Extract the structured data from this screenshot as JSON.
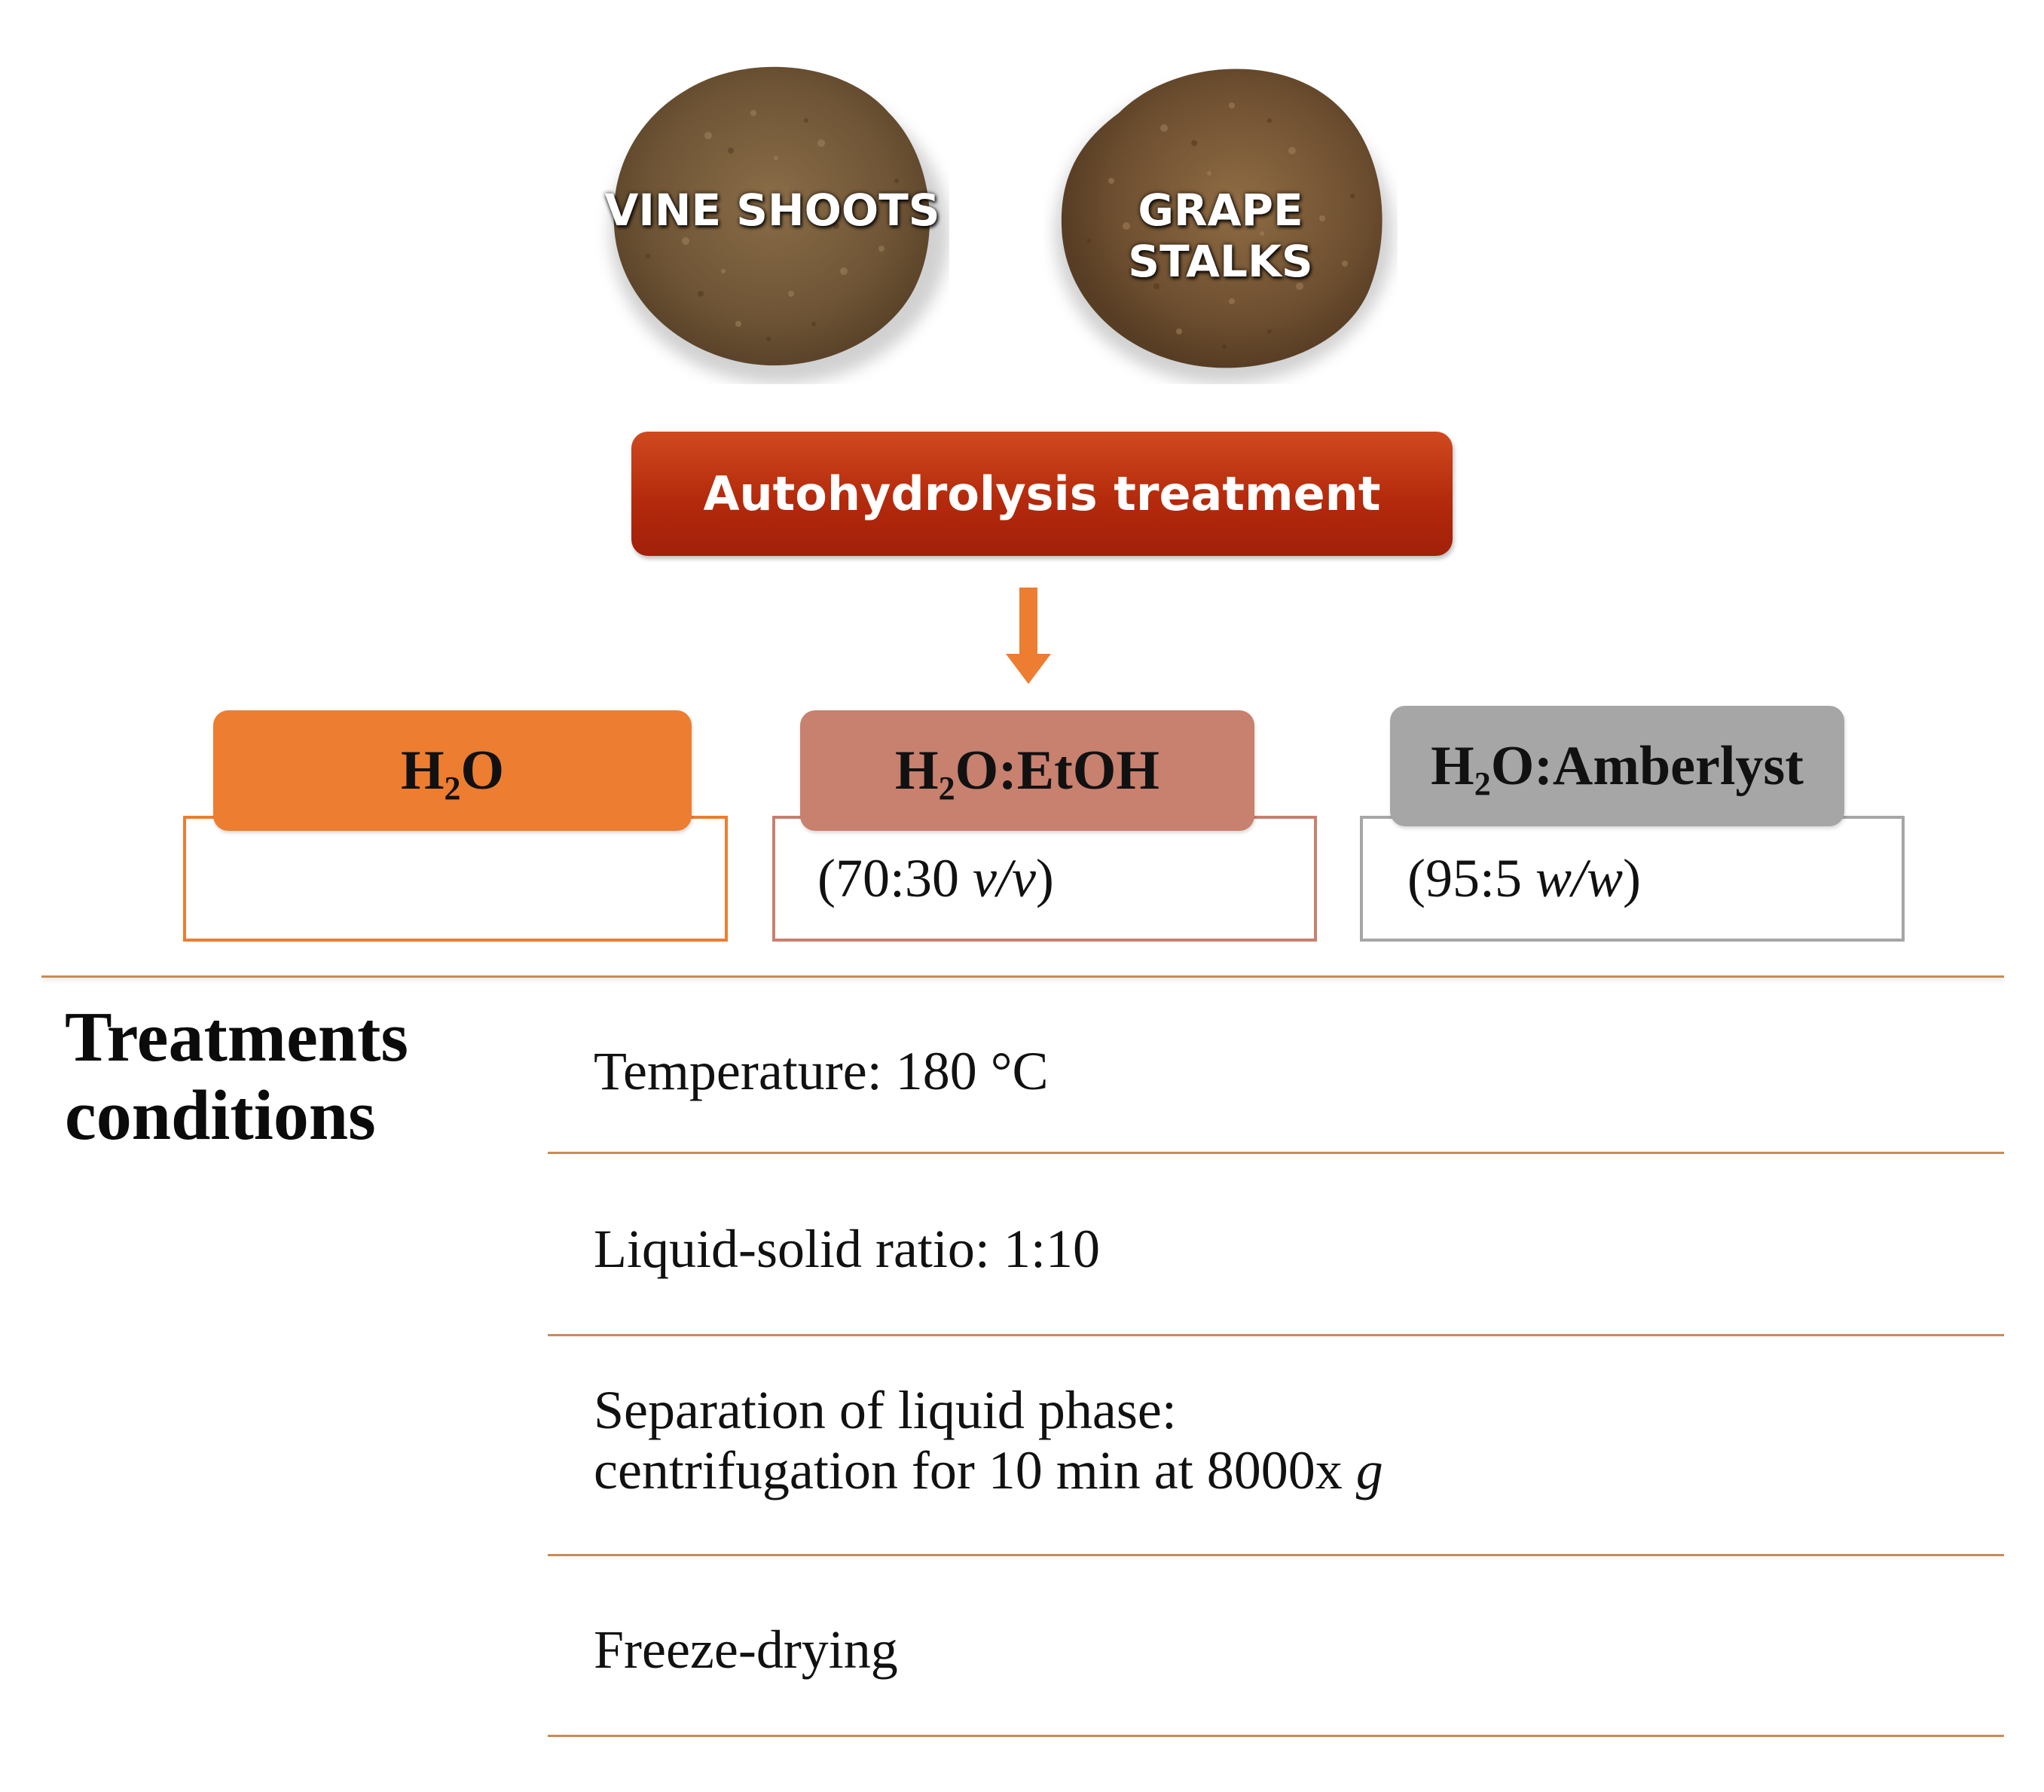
{
  "materials": [
    {
      "label": "VINE SHOOTS"
    },
    {
      "label": "GRAPE STALKS"
    }
  ],
  "process": {
    "label": "Autohydrolysis treatment",
    "color": "#b42a0c"
  },
  "treatments": [
    {
      "formula": "H",
      "sub": "2",
      "rest": "O",
      "ratio_plain": "",
      "ratio_unit": "",
      "color": "#ed7d31",
      "border": "#ed7d31"
    },
    {
      "formula": "H",
      "sub": "2",
      "rest": "O:EtOH",
      "ratio_plain": "(70:30 ",
      "ratio_unit": "v/v",
      "ratio_close": ")",
      "color": "#c8806f",
      "border": "#c8806f"
    },
    {
      "formula": "H",
      "sub": "2",
      "rest": "O:Amberlyst",
      "ratio_plain": "(95:5 ",
      "ratio_unit": "w/w",
      "ratio_close": ")",
      "color": "#a6a6a6",
      "border": "#a6a6a6"
    }
  ],
  "conditions": {
    "title_line1": "Treatments",
    "title_line2": "conditions",
    "items": [
      {
        "line1": "Temperature: 180 °C"
      },
      {
        "line1": "Liquid-solid ratio: 1:10"
      },
      {
        "line1": "Separation of liquid phase:",
        "line2_plain": "centrifugation for 10 min at 8000x ",
        "line2_italic": "g"
      },
      {
        "line1": "Freeze-drying"
      }
    ]
  },
  "colors": {
    "arrow": "#ed7d31",
    "divider": "#c98a57",
    "powder_dark": "#6b5232",
    "powder_light": "#9c7f5a"
  }
}
